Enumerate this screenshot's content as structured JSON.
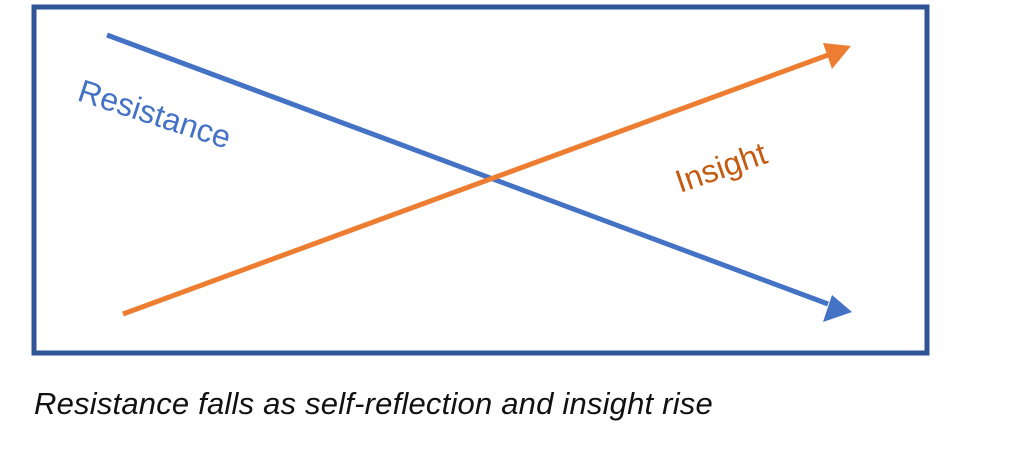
{
  "diagram": {
    "lines": [
      {
        "id": "resistance",
        "label": "Resistance",
        "color": "#4472C4",
        "direction": "falling"
      },
      {
        "id": "insight",
        "label": "Insight",
        "color": "#ED7D31",
        "direction": "rising"
      }
    ],
    "frame_color": "#2F5597"
  },
  "caption": "Resistance falls as self-reflection and insight rise"
}
